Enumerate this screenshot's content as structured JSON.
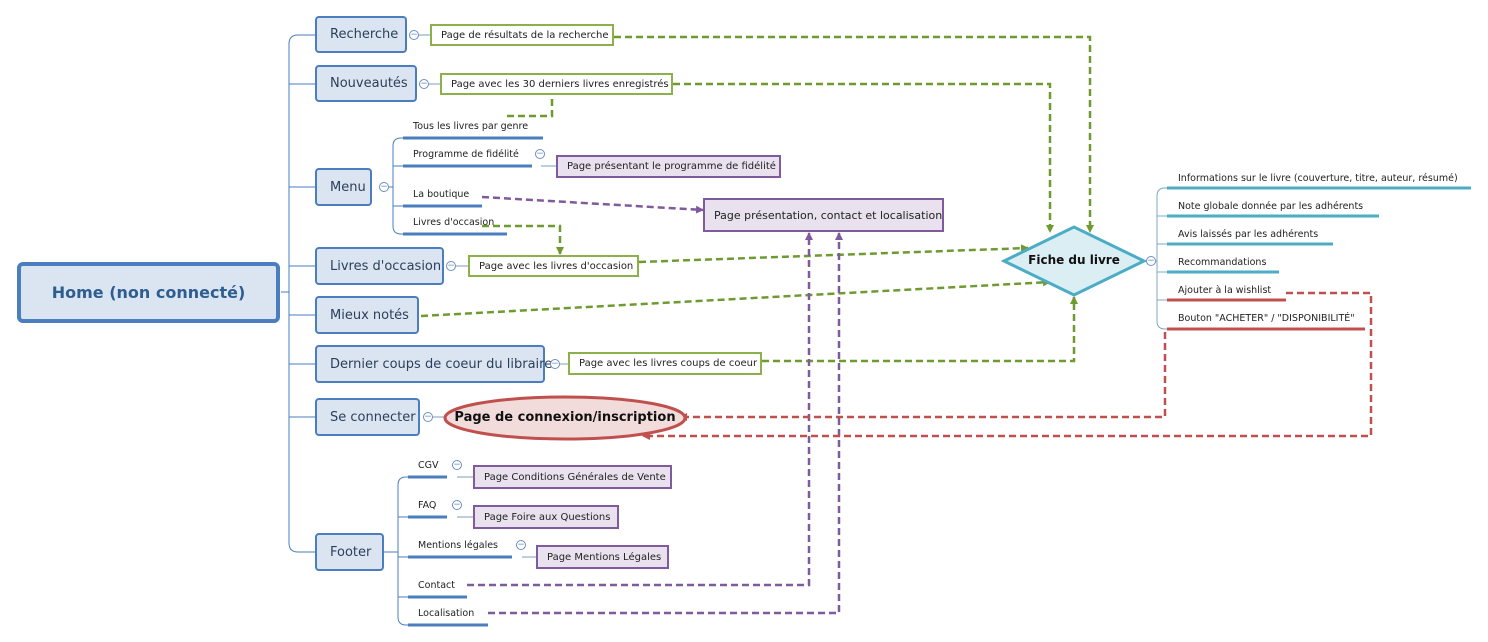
{
  "root": {
    "label": "Home (non connecté)"
  },
  "main_topics": {
    "recherche": "Recherche",
    "nouveautes": "Nouveautés",
    "menu": "Menu",
    "livres_occasion": "Livres d'occasion",
    "mieux_notes": "Mieux notés",
    "coups_de_coeur": "Dernier coups de coeur du libraire",
    "se_connecter": "Se connecter",
    "footer": "Footer"
  },
  "menu_items": {
    "tous_les_livres": "Tous les livres par genre",
    "programme_fidelite": "Programme de fidélité",
    "la_boutique": "La boutique",
    "livres_occasion": "Livres d'occasion"
  },
  "footer_items": {
    "cgv": "CGV",
    "faq": "FAQ",
    "mentions": "Mentions légales",
    "contact": "Contact",
    "localisation": "Localisation"
  },
  "pages": {
    "resultats_recherche": "Page de résultats de la recherche",
    "trente_derniers": "Page avec les 30 derniers livres enregistrés",
    "programme_fidelite": "Page présentant le programme de fidélité",
    "presentation_contact": "Page présentation, contact et localisation",
    "livres_occasion": "Page avec les livres d'occasion",
    "coups_de_coeur": "Page avec les livres coups de coeur",
    "cgv": "Page Conditions Générales de Vente",
    "faq": "Page Foire aux Questions",
    "mentions": "Page Mentions Légales",
    "connexion": "Page de connexion/inscription"
  },
  "fiche": {
    "label": "Fiche du livre",
    "details": {
      "informations": "Informations sur le livre (couverture, titre, auteur, résumé)",
      "note_globale": "Note globale donnée par les adhérents",
      "avis": "Avis laissés par les adhérents",
      "recommandations": "Recommandations",
      "wishlist": "Ajouter à la wishlist",
      "acheter": "Bouton \"ACHETER\" / \"DISPONIBILITÉ\""
    }
  },
  "collapse_glyph": "−",
  "colors": {
    "root_border": "#4a7ebf",
    "node_fill": "#dbe5f1",
    "green": "#6f9a2f",
    "green_box": "#8cb04a",
    "purple": "#7f5a9c",
    "purple_fill": "#e9e2ee",
    "red": "#c0504d",
    "cyan": "#4bacc6",
    "fiche_fill": "#dbeef3"
  }
}
